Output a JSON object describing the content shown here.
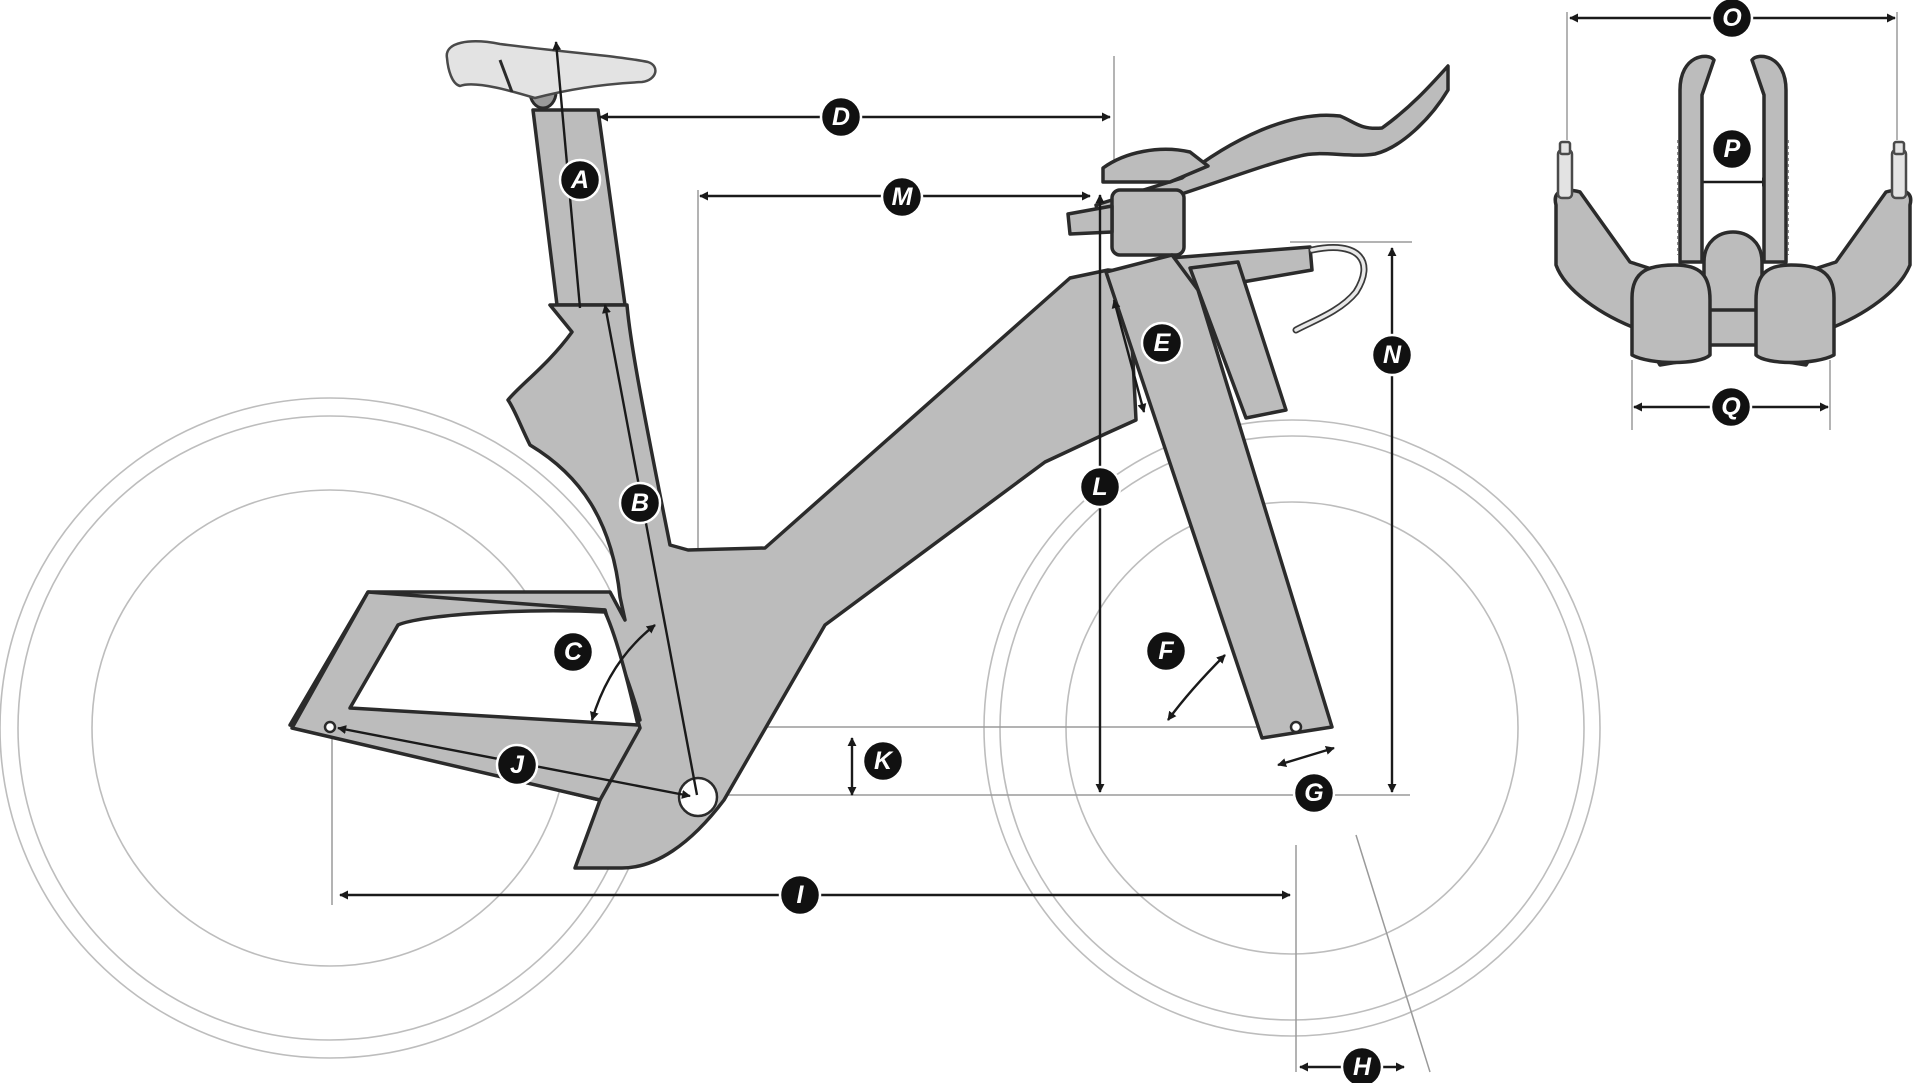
{
  "labels": {
    "A": "A",
    "B": "B",
    "C": "C",
    "D": "D",
    "E": "E",
    "F": "F",
    "G": "G",
    "H": "H",
    "I": "I",
    "J": "J",
    "K": "K",
    "L": "L",
    "M": "M",
    "N": "N",
    "O": "O",
    "P": "P",
    "Q": "Q"
  },
  "colors": {
    "frame_fill": "#bcbcbc",
    "outline": "#2b2b2b",
    "wheel_line": "#bdbdbd",
    "badge_fill": "#111111",
    "badge_text": "#ffffff"
  }
}
